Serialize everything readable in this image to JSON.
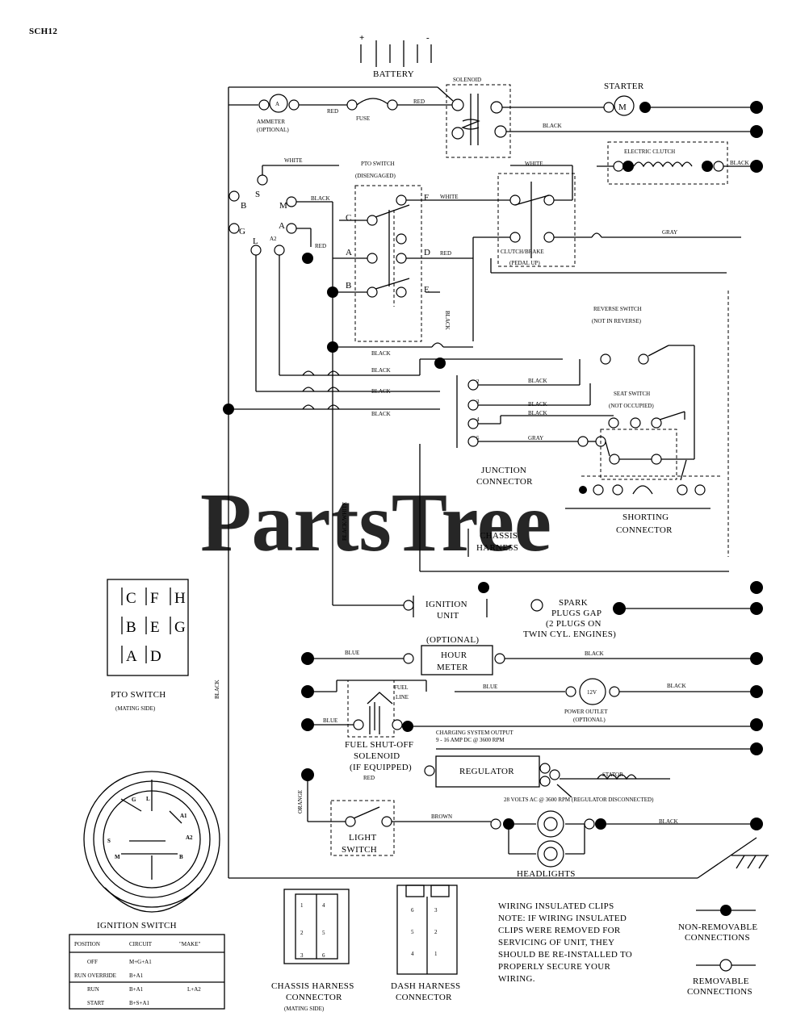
{
  "page_code": "SCH12",
  "watermark": "PartsTree",
  "components": {
    "battery": "BATTERY",
    "battery_pos": "+",
    "battery_neg": "-",
    "solenoid": "SOLENOID",
    "starter": "STARTER",
    "starter_letter": "M",
    "ammeter": [
      "AMMETER",
      "(OPTIONAL)"
    ],
    "ammeter_letter": "A",
    "fuse": "FUSE",
    "pto_switch": [
      "PTO SWITCH",
      "(DISENGAGED)"
    ],
    "electric_clutch": "ELECTRIC CLUTCH",
    "clutch_brake": [
      "CLUTCH/BRAKE",
      "(PEDAL UP)"
    ],
    "reverse_switch": [
      "REVERSE SWITCH",
      "(NOT IN REVERSE)"
    ],
    "seat_switch": [
      "SEAT SWITCH",
      "(NOT OCCUPIED)"
    ],
    "junction_connector": [
      "JUNCTION",
      "CONNECTOR"
    ],
    "shorting_connector": [
      "SHORTING",
      "CONNECTOR"
    ],
    "chassis_harness": [
      "CHASSIS",
      "HARNESS"
    ],
    "ignition_unit": [
      "IGNITION",
      "UNIT"
    ],
    "spark_plugs": [
      "SPARK",
      "PLUGS GAP",
      "(2 PLUGS ON",
      "TWIN CYL. ENGINES)"
    ],
    "hour_meter": [
      "(OPTIONAL)",
      "HOUR",
      "METER"
    ],
    "fuel_line": [
      "FUEL",
      "LINE"
    ],
    "power_outlet": [
      "POWER OUTLET",
      "(OPTIONAL)"
    ],
    "power_outlet_rating": "12V",
    "fuel_solenoid": [
      "FUEL SHUT-OFF",
      "SOLENOID",
      "(IF EQUIPPED)"
    ],
    "charging_output": [
      "CHARGING SYSTEM OUTPUT",
      "9 - 16 AMP DC @ 3600 RPM"
    ],
    "regulator": "REGULATOR",
    "stator": "STATOR",
    "stator_rating": "28 VOLTS AC @ 3600 RPM (REGULATOR DISCONNECTED)",
    "light_switch": [
      "LIGHT",
      "SWITCH"
    ],
    "headlights": "HEADLIGHTS"
  },
  "ignition_terminals": [
    "S",
    "M",
    "A",
    "A2",
    "L",
    "G",
    "B"
  ],
  "pto_terminals": [
    "C",
    "A",
    "B",
    "F",
    "D",
    "E"
  ],
  "junction_pins": [
    "2",
    "3",
    "4",
    "5"
  ],
  "wire_colors": {
    "red": "RED",
    "black": "BLACK",
    "white": "WHITE",
    "gray": "GRAY",
    "blue": "BLUE",
    "brown": "BROWN",
    "orange": "ORANGE",
    "black_white": "BLACK/WHITE"
  },
  "pto_switch_view": {
    "grid": [
      [
        "C",
        "F",
        "H"
      ],
      [
        "B",
        "E",
        "G"
      ],
      [
        "A",
        "D",
        ""
      ]
    ],
    "title": [
      "PTO SWITCH",
      "(MATING SIDE)"
    ]
  },
  "ignition_switch_view": {
    "terminals": [
      "G",
      "L",
      "A1",
      "A2",
      "B",
      "M",
      "S"
    ],
    "title": "IGNITION SWITCH"
  },
  "ignition_table": {
    "headers": [
      "POSITION",
      "CIRCUIT",
      "\"MAKE\""
    ],
    "rows": [
      [
        "OFF",
        "M+G+A1",
        ""
      ],
      [
        "RUN OVERRIDE",
        "B+A1",
        ""
      ],
      [
        "RUN",
        "B+A1",
        "L+A2"
      ],
      [
        "START",
        "B+S+A1",
        ""
      ]
    ]
  },
  "chassis_connector": {
    "pins": [
      "1",
      "2",
      "3",
      "4",
      "5",
      "6"
    ],
    "title": [
      "CHASSIS HARNESS",
      "CONNECTOR",
      "(MATING SIDE)"
    ]
  },
  "dash_connector": {
    "pins": [
      "6",
      "5",
      "4",
      "3",
      "2",
      "1"
    ],
    "title": [
      "DASH HARNESS",
      "CONNECTOR"
    ]
  },
  "note": [
    "WIRING INSULATED CLIPS",
    "NOTE: IF WIRING INSULATED",
    "CLIPS WERE REMOVED FOR",
    "SERVICING OF UNIT, THEY",
    "SHOULD BE RE-INSTALLED TO",
    "PROPERLY SECURE YOUR",
    "WIRING."
  ],
  "legend": {
    "non_removable": [
      "NON-REMOVABLE",
      "CONNECTIONS"
    ],
    "removable": [
      "REMOVABLE",
      "CONNECTIONS"
    ]
  }
}
